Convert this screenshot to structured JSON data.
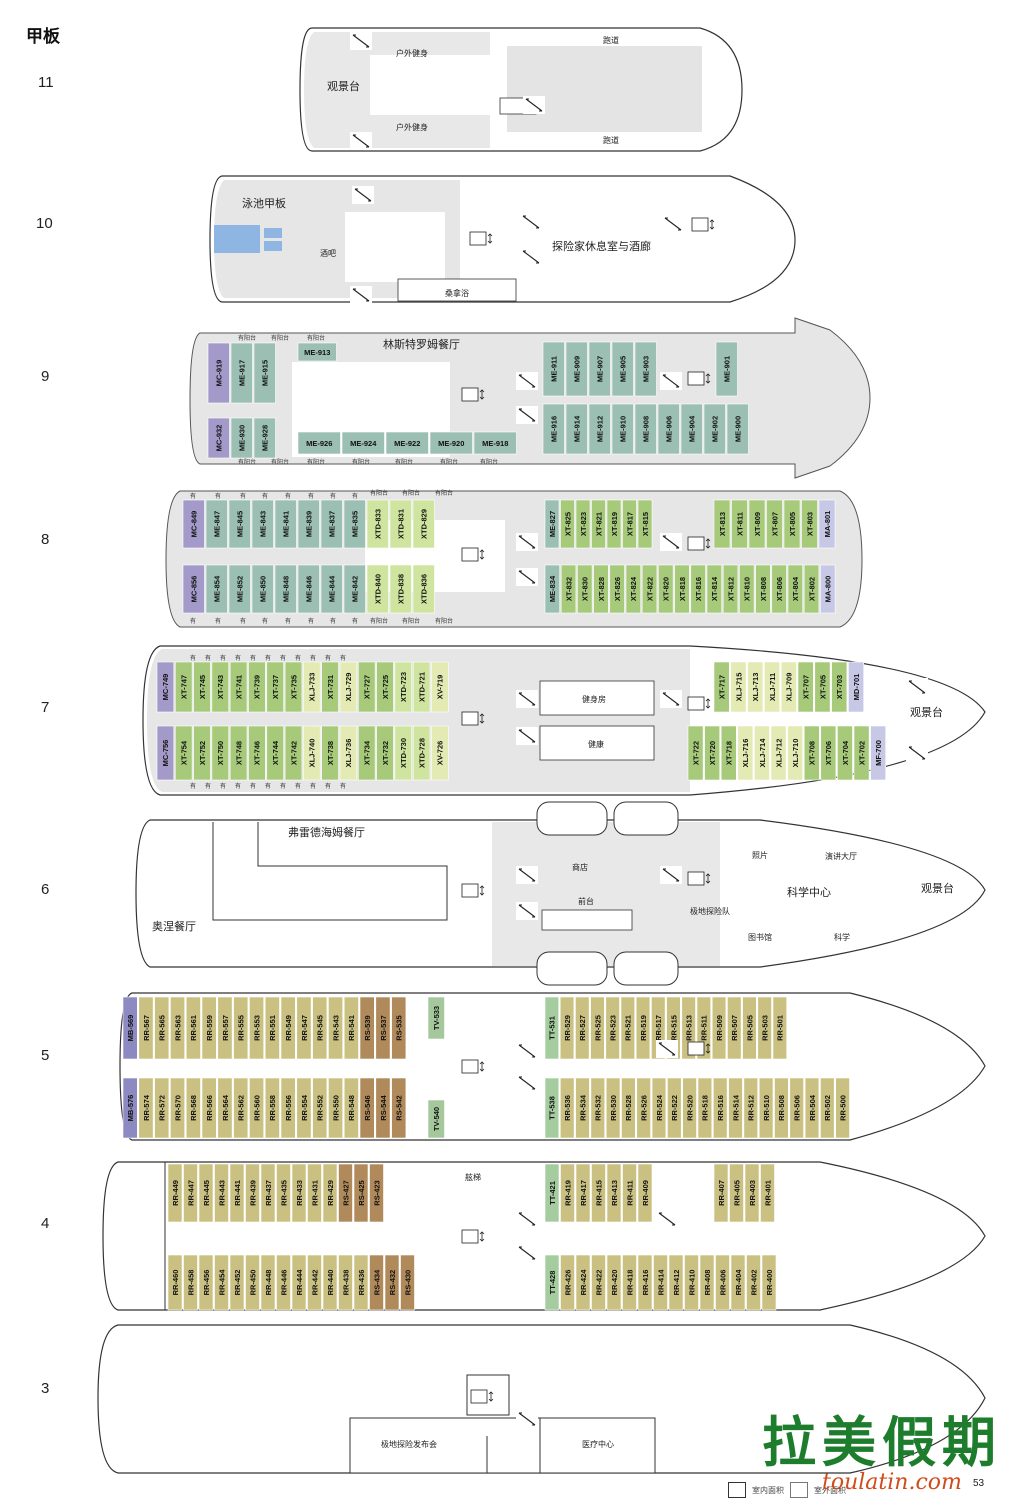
{
  "heading": "甲板",
  "page_number": "53",
  "legend": {
    "indoor": "室内面积",
    "outdoor": "室外面积"
  },
  "watermark": {
    "cn": "拉美假期",
    "url": "toulatin.com"
  },
  "colors": {
    "ME": "#9bbfb2",
    "XT": "#a6c97a",
    "XTD": "#cfe49e",
    "XV": "#e4eab3",
    "MC": "#a39ac9",
    "MA": "#c6c8e6",
    "RR": "#c9c081",
    "RS": "#b08a5a",
    "TV": "#a5c79c",
    "TT": "#a4cc9e",
    "MB": "#8d89c1",
    "public": "#e6e6e6",
    "pool": "#8fb5e3"
  },
  "decks": {
    "d11": {
      "number": "11",
      "obs": "观景台",
      "fitness_top": "户外健身",
      "fitness_bottom": "户外健身",
      "track_top": "跑道",
      "track_bottom": "跑道"
    },
    "d10": {
      "number": "10",
      "pool": "泳池甲板",
      "bar": "酒吧",
      "lounge": "探险家休息室与酒廊",
      "sauna": "桑拿浴"
    },
    "d9": {
      "number": "9",
      "restaurant": "林斯特罗姆餐厅"
    },
    "d8": {
      "number": "8"
    },
    "d7": {
      "number": "7",
      "gym": "健身房",
      "wellness": "健康",
      "obs": "观景台"
    },
    "d6": {
      "number": "6",
      "fredheim": "弗雷德海姆餐厅",
      "aune": "奥涅餐厅",
      "shop": "商店",
      "reception": "前台",
      "polar": "极地探险队",
      "photo": "照片",
      "lecture": "演讲大厅",
      "science": "科学中心",
      "library": "图书馆",
      "sci": "科学",
      "obs": "观景台"
    },
    "d5": {
      "number": "5"
    },
    "d4": {
      "number": "4",
      "gangway": "舷梯"
    },
    "d3": {
      "number": "3",
      "briefing": "极地探险发布会",
      "medical": "医疗中心"
    }
  },
  "balcony_label": "有阳台",
  "balcony_short": "有",
  "cabins": {
    "d9": {
      "port_top": [
        [
          "MC-919",
          "MC"
        ],
        [
          "ME-917",
          "ME"
        ],
        [
          "ME-915",
          "ME"
        ]
      ],
      "port_bottom": [
        [
          "MC-932",
          "MC"
        ],
        [
          "ME-930",
          "ME"
        ],
        [
          "ME-928",
          "ME"
        ]
      ],
      "mid_top": [
        "ME-913"
      ],
      "mid_bottom": [
        "ME-926",
        "ME-924",
        "ME-922",
        "ME-920",
        "ME-918"
      ],
      "fwd_top": [
        "ME-911",
        "ME-909",
        "ME-907",
        "ME-905",
        "ME-903"
      ],
      "fwd_top2": [
        "ME-901"
      ],
      "fwd_bottom": [
        "ME-916",
        "ME-914",
        "ME-912",
        "ME-910",
        "ME-908",
        "ME-906",
        "ME-904",
        "ME-902",
        "ME-900"
      ]
    },
    "d8": {
      "aft_top": [
        [
          "MC-849",
          "MC"
        ],
        [
          "ME-847",
          "ME"
        ],
        [
          "ME-845",
          "ME"
        ],
        [
          "ME-843",
          "ME"
        ],
        [
          "ME-841",
          "ME"
        ],
        [
          "ME-839",
          "ME"
        ],
        [
          "ME-837",
          "ME"
        ],
        [
          "ME-835",
          "ME"
        ],
        [
          "XTD-833",
          "XTD"
        ],
        [
          "XTD-831",
          "XTD"
        ],
        [
          "XTD-829",
          "XTD"
        ]
      ],
      "aft_bottom": [
        [
          "MC-856",
          "MC"
        ],
        [
          "ME-854",
          "ME"
        ],
        [
          "ME-852",
          "ME"
        ],
        [
          "ME-850",
          "ME"
        ],
        [
          "ME-848",
          "ME"
        ],
        [
          "ME-846",
          "ME"
        ],
        [
          "ME-844",
          "ME"
        ],
        [
          "ME-842",
          "ME"
        ],
        [
          "XTD-840",
          "XTD"
        ],
        [
          "XTD-838",
          "XTD"
        ],
        [
          "XTD-836",
          "XTD"
        ]
      ],
      "fwd_top": [
        [
          "ME-827",
          "ME"
        ],
        [
          "XT-825",
          "XT"
        ],
        [
          "XT-823",
          "XT"
        ],
        [
          "XT-821",
          "XT"
        ],
        [
          "XT-819",
          "XT"
        ],
        [
          "XT-817",
          "XT"
        ],
        [
          "XT-815",
          "XT"
        ],
        [
          "XT-813",
          "XT"
        ],
        [
          "XT-811",
          "XT"
        ],
        [
          "XT-809",
          "XT"
        ],
        [
          "XT-807",
          "XT"
        ],
        [
          "XT-805",
          "XT"
        ],
        [
          "XT-803",
          "XT"
        ],
        [
          "MA-801",
          "MA"
        ]
      ],
      "fwd_bottom": [
        [
          "ME-834",
          "ME"
        ],
        [
          "XT-832",
          "XT"
        ],
        [
          "XT-830",
          "XT"
        ],
        [
          "XT-828",
          "XT"
        ],
        [
          "XT-826",
          "XT"
        ],
        [
          "XT-824",
          "XT"
        ],
        [
          "XT-822",
          "XT"
        ],
        [
          "XT-820",
          "XT"
        ],
        [
          "XT-818",
          "XT"
        ],
        [
          "XT-816",
          "XT"
        ],
        [
          "XT-814",
          "XT"
        ],
        [
          "XT-812",
          "XT"
        ],
        [
          "XT-810",
          "XT"
        ],
        [
          "XT-808",
          "XT"
        ],
        [
          "XT-806",
          "XT"
        ],
        [
          "XT-804",
          "XT"
        ],
        [
          "XT-802",
          "XT"
        ],
        [
          "MA-800",
          "MA"
        ]
      ]
    },
    "d7": {
      "aft_top": [
        [
          "MC-749",
          "MC"
        ],
        [
          "XT-747",
          "XT"
        ],
        [
          "XT-745",
          "XT"
        ],
        [
          "XT-743",
          "XT"
        ],
        [
          "XT-741",
          "XT"
        ],
        [
          "XT-739",
          "XT"
        ],
        [
          "XT-737",
          "XT"
        ],
        [
          "XT-735",
          "XT"
        ],
        [
          "XLJ-733",
          "XV"
        ],
        [
          "XT-731",
          "XT"
        ],
        [
          "XLJ-729",
          "XV"
        ],
        [
          "XT-727",
          "XT"
        ],
        [
          "XT-725",
          "XT"
        ],
        [
          "XTD-723",
          "XTD"
        ],
        [
          "XTD-721",
          "XTD"
        ],
        [
          "XV-719",
          "XV"
        ]
      ],
      "aft_bottom": [
        [
          "MC-756",
          "MC"
        ],
        [
          "XT-754",
          "XT"
        ],
        [
          "XT-752",
          "XT"
        ],
        [
          "XT-750",
          "XT"
        ],
        [
          "XT-748",
          "XT"
        ],
        [
          "XT-746",
          "XT"
        ],
        [
          "XT-744",
          "XT"
        ],
        [
          "XT-742",
          "XT"
        ],
        [
          "XLJ-740",
          "XV"
        ],
        [
          "XT-738",
          "XT"
        ],
        [
          "XLJ-736",
          "XV"
        ],
        [
          "XT-734",
          "XT"
        ],
        [
          "XT-732",
          "XT"
        ],
        [
          "XTD-730",
          "XTD"
        ],
        [
          "XTD-728",
          "XTD"
        ],
        [
          "XV-726",
          "XV"
        ]
      ],
      "fwd_top": [
        [
          "XT-717",
          "XT"
        ],
        [
          "XLJ-715",
          "XV"
        ],
        [
          "XLJ-713",
          "XV"
        ],
        [
          "XLJ-711",
          "XV"
        ],
        [
          "XLJ-709",
          "XV"
        ],
        [
          "XT-707",
          "XT"
        ],
        [
          "XT-705",
          "XT"
        ],
        [
          "XT-703",
          "XT"
        ],
        [
          "MD-701",
          "MA"
        ]
      ],
      "fwd_bottom": [
        [
          "XT-722",
          "XT"
        ],
        [
          "XT-720",
          "XT"
        ],
        [
          "XT-718",
          "XT"
        ],
        [
          "XLJ-716",
          "XV"
        ],
        [
          "XLJ-714",
          "XV"
        ],
        [
          "XLJ-712",
          "XV"
        ],
        [
          "XLJ-710",
          "XV"
        ],
        [
          "XT-708",
          "XT"
        ],
        [
          "XT-706",
          "XT"
        ],
        [
          "XT-704",
          "XT"
        ],
        [
          "XT-702",
          "XT"
        ],
        [
          "MF-700",
          "MA"
        ]
      ]
    },
    "d5": {
      "aft_top": [
        [
          "MB-569",
          "MB"
        ],
        [
          "RR-567",
          "RR"
        ],
        [
          "RR-565",
          "RR"
        ],
        [
          "RR-563",
          "RR"
        ],
        [
          "RR-561",
          "RR"
        ],
        [
          "RR-559",
          "RR"
        ],
        [
          "RR-557",
          "RR"
        ],
        [
          "RR-555",
          "RR"
        ],
        [
          "RR-553",
          "RR"
        ],
        [
          "RR-551",
          "RR"
        ],
        [
          "RR-549",
          "RR"
        ],
        [
          "RR-547",
          "RR"
        ],
        [
          "RR-545",
          "RR"
        ],
        [
          "RR-543",
          "RR"
        ],
        [
          "RR-541",
          "RR"
        ],
        [
          "RS-539",
          "RS"
        ],
        [
          "RS-537",
          "RS"
        ],
        [
          "RS-535",
          "RS"
        ],
        [
          "TV-533",
          "TV"
        ]
      ],
      "aft_bottom": [
        [
          "MB-576",
          "MB"
        ],
        [
          "RR-574",
          "RR"
        ],
        [
          "RR-572",
          "RR"
        ],
        [
          "RR-570",
          "RR"
        ],
        [
          "RR-568",
          "RR"
        ],
        [
          "RR-566",
          "RR"
        ],
        [
          "RR-564",
          "RR"
        ],
        [
          "RR-562",
          "RR"
        ],
        [
          "RR-560",
          "RR"
        ],
        [
          "RR-558",
          "RR"
        ],
        [
          "RR-556",
          "RR"
        ],
        [
          "RR-554",
          "RR"
        ],
        [
          "RR-552",
          "RR"
        ],
        [
          "RR-550",
          "RR"
        ],
        [
          "RR-548",
          "RR"
        ],
        [
          "RS-546",
          "RS"
        ],
        [
          "RS-544",
          "RS"
        ],
        [
          "RS-542",
          "RS"
        ],
        [
          "TV-540",
          "TV"
        ]
      ],
      "fwd_top": [
        [
          "TT-531",
          "TT"
        ],
        [
          "RR-529",
          "RR"
        ],
        [
          "RR-527",
          "RR"
        ],
        [
          "RR-525",
          "RR"
        ],
        [
          "RR-523",
          "RR"
        ],
        [
          "RR-521",
          "RR"
        ],
        [
          "RR-519",
          "RR"
        ],
        [
          "RR-517",
          "RR"
        ],
        [
          "RR-515",
          "RR"
        ],
        [
          "RR-513",
          "RR"
        ],
        [
          "RR-511",
          "RR"
        ],
        [
          "RR-509",
          "RR"
        ],
        [
          "RR-507",
          "RR"
        ],
        [
          "RR-505",
          "RR"
        ],
        [
          "RR-503",
          "RR"
        ],
        [
          "RR-501",
          "RR"
        ]
      ],
      "fwd_bottom": [
        [
          "TT-538",
          "TT"
        ],
        [
          "RR-536",
          "RR"
        ],
        [
          "RR-534",
          "RR"
        ],
        [
          "RR-532",
          "RR"
        ],
        [
          "RR-530",
          "RR"
        ],
        [
          "RR-528",
          "RR"
        ],
        [
          "RR-526",
          "RR"
        ],
        [
          "RR-524",
          "RR"
        ],
        [
          "RR-522",
          "RR"
        ],
        [
          "RR-520",
          "RR"
        ],
        [
          "RR-518",
          "RR"
        ],
        [
          "RR-516",
          "RR"
        ],
        [
          "RR-514",
          "RR"
        ],
        [
          "RR-512",
          "RR"
        ],
        [
          "RR-510",
          "RR"
        ],
        [
          "RR-508",
          "RR"
        ],
        [
          "RR-506",
          "RR"
        ],
        [
          "RR-504",
          "RR"
        ],
        [
          "RR-502",
          "RR"
        ],
        [
          "RR-500",
          "RR"
        ]
      ]
    },
    "d4": {
      "aft_top": [
        [
          "RR-449",
          "RR"
        ],
        [
          "RR-447",
          "RR"
        ],
        [
          "RR-445",
          "RR"
        ],
        [
          "RR-443",
          "RR"
        ],
        [
          "RR-441",
          "RR"
        ],
        [
          "RR-439",
          "RR"
        ],
        [
          "RR-437",
          "RR"
        ],
        [
          "RR-435",
          "RR"
        ],
        [
          "RR-433",
          "RR"
        ],
        [
          "RR-431",
          "RR"
        ],
        [
          "RR-429",
          "RR"
        ],
        [
          "RS-427",
          "RS"
        ],
        [
          "RS-425",
          "RS"
        ],
        [
          "RS-423",
          "RS"
        ]
      ],
      "aft_bottom": [
        [
          "RR-460",
          "RR"
        ],
        [
          "RR-458",
          "RR"
        ],
        [
          "RR-456",
          "RR"
        ],
        [
          "RR-454",
          "RR"
        ],
        [
          "RR-452",
          "RR"
        ],
        [
          "RR-450",
          "RR"
        ],
        [
          "RR-448",
          "RR"
        ],
        [
          "RR-446",
          "RR"
        ],
        [
          "RR-444",
          "RR"
        ],
        [
          "RR-442",
          "RR"
        ],
        [
          "RR-440",
          "RR"
        ],
        [
          "RR-438",
          "RR"
        ],
        [
          "RR-436",
          "RR"
        ],
        [
          "RS-434",
          "RS"
        ],
        [
          "RS-432",
          "RS"
        ],
        [
          "RS-430",
          "RS"
        ]
      ],
      "fwd_top": [
        [
          "TT-421",
          "TT"
        ],
        [
          "RR-419",
          "RR"
        ],
        [
          "RR-417",
          "RR"
        ],
        [
          "RR-415",
          "RR"
        ],
        [
          "RR-413",
          "RR"
        ],
        [
          "RR-411",
          "RR"
        ],
        [
          "RR-409",
          "RR"
        ],
        [
          "RR-407",
          "RR"
        ],
        [
          "RR-405",
          "RR"
        ],
        [
          "RR-403",
          "RR"
        ],
        [
          "RR-401",
          "RR"
        ]
      ],
      "fwd_bottom": [
        [
          "TT-428",
          "TT"
        ],
        [
          "RR-426",
          "RR"
        ],
        [
          "RR-424",
          "RR"
        ],
        [
          "RR-422",
          "RR"
        ],
        [
          "RR-420",
          "RR"
        ],
        [
          "RR-418",
          "RR"
        ],
        [
          "RR-416",
          "RR"
        ],
        [
          "RR-414",
          "RR"
        ],
        [
          "RR-412",
          "RR"
        ],
        [
          "RR-410",
          "RR"
        ],
        [
          "RR-408",
          "RR"
        ],
        [
          "RR-406",
          "RR"
        ],
        [
          "RR-404",
          "RR"
        ],
        [
          "RR-402",
          "RR"
        ],
        [
          "RR-400",
          "RR"
        ]
      ]
    }
  }
}
